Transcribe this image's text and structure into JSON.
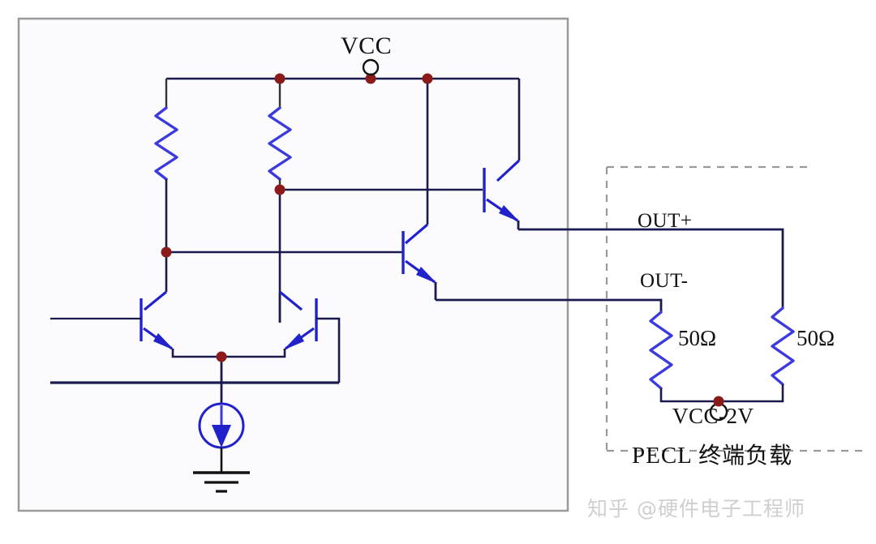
{
  "diagram": {
    "title_labels": {
      "vcc": "VCC",
      "out_positive": "OUT+",
      "out_negative": "OUT-",
      "resistor_left": "50Ω",
      "resistor_right": "50Ω",
      "termination_rail": "VCC-2V"
    },
    "caption": {
      "latin": "PECL",
      "cjk": "终端负载"
    },
    "watermark": "知乎 @硬件电子工程师",
    "colors": {
      "wire_dark": "#1a1a4e",
      "wire_blue": "#2222cc",
      "resistor_blue": "#3b3bdd",
      "node_red": "#8b1a1a",
      "frame_gray": "#9a9a9a",
      "dashed_gray": "#9a9a9a",
      "background": "#ffffff",
      "panel": "#fbfbfd",
      "text": "#111111",
      "watermark": "#cfcfcf"
    },
    "components": {
      "transistors": 4,
      "resistors_collector": 2,
      "resistors_termination": 2,
      "current_sources": 1,
      "ground_symbols": 1,
      "junction_dots": 7
    }
  }
}
